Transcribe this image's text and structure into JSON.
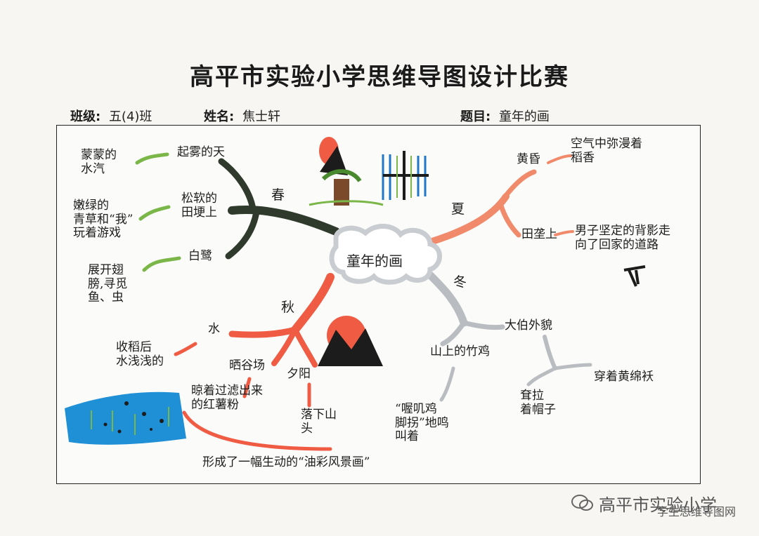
{
  "header": {
    "title": "高平市实验小学思维导图设计比赛",
    "class_label": "班级:",
    "class_value": "五(4)班",
    "name_label": "姓名:",
    "name_value": "焦士轩",
    "topic_label": "题目:",
    "topic_value": "童年的画"
  },
  "map": {
    "center": "童年的画",
    "spring": {
      "label": "春",
      "items": [
        {
          "label": "起雾的天",
          "detail": "蒙蒙的\n水汽"
        },
        {
          "label": "松软的\n田埂上",
          "detail": "嫩绿的\n青草和“我”\n玩着游戏"
        },
        {
          "label": "白鹭",
          "detail": "展开翅\n膀,寻觅\n鱼、虫"
        }
      ]
    },
    "summer": {
      "label": "夏",
      "items": [
        {
          "label": "黄昏",
          "detail": "空气中弥漫着\n稻香"
        },
        {
          "label": "田垄上",
          "detail": "男子坚定的背影走\n向了回家的道路"
        }
      ]
    },
    "autumn": {
      "label": "秋",
      "items": [
        {
          "label": "水",
          "detail": "收稻后\n水浅浅的"
        },
        {
          "label": "晒谷场",
          "detail": "晾着过滤出来\n的红薯粉"
        },
        {
          "label": "夕阳",
          "detail": "落下山\n头"
        }
      ],
      "summary": "形成了一幅生动的“油彩风景画”"
    },
    "winter": {
      "label": "冬",
      "items": [
        {
          "label": "山上的竹鸡",
          "detail": "“喔叽鸡\n脚拐”地鸣\n叫着"
        },
        {
          "label": "大伯外貌",
          "sub": [
            "耷拉\n着帽子",
            "穿着黄绵袄"
          ]
        }
      ]
    }
  },
  "watermark": {
    "main": "高平市实验小学",
    "sub": "学生思维导图网"
  },
  "colors": {
    "spring": "#2f3a2c",
    "spring_leaf": "#7ab648",
    "summer": "#f08a6a",
    "autumn": "#ef5b43",
    "winter": "#b9bcc0",
    "center_outline": "#c9ccd0"
  }
}
